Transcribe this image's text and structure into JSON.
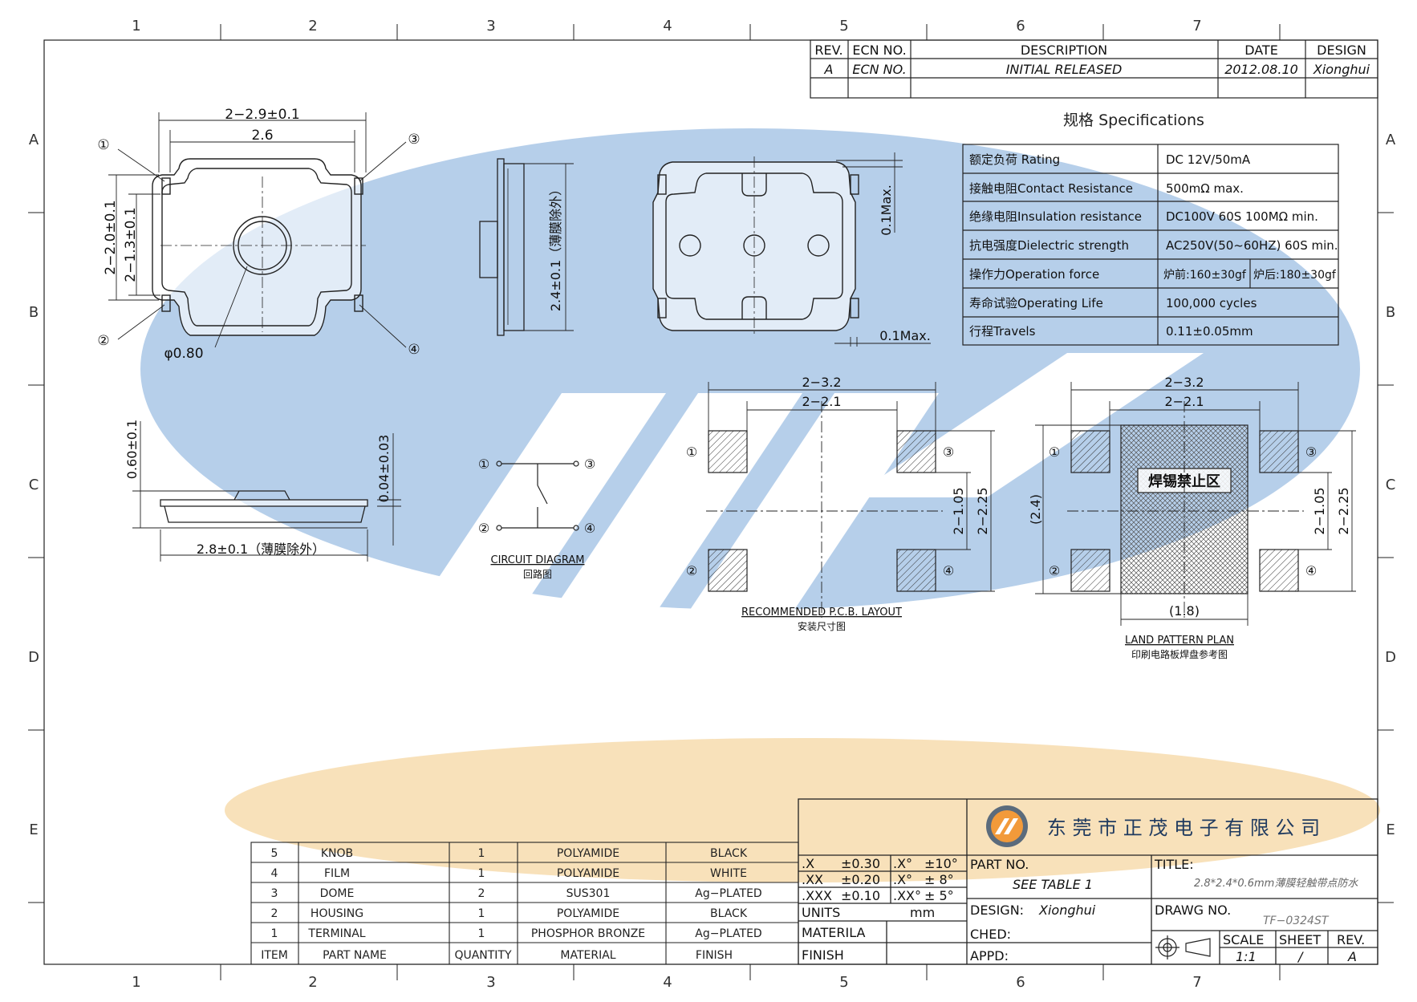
{
  "border": {
    "columns": [
      "1",
      "2",
      "3",
      "4",
      "5",
      "6",
      "7"
    ],
    "rows": [
      "A",
      "B",
      "C",
      "D",
      "E"
    ]
  },
  "revision": {
    "headers": {
      "rev": "REV.",
      "ecn": "ECN NO.",
      "description": "DESCRIPTION",
      "date": "DATE",
      "design": "DESIGN"
    },
    "row": {
      "rev": "A",
      "ecn": "ECN NO.",
      "description": "INITIAL RELEASED",
      "date": "2012.08.10",
      "design": "Xionghui"
    }
  },
  "specs": {
    "title": "规格 Specifications",
    "rows": [
      {
        "label": "额定负荷 Rating",
        "value": "DC 12V/50mA"
      },
      {
        "label": "接触电阻Contact Resistance",
        "value": "500mΩ max."
      },
      {
        "label": "绝缘电阻Insulation resistance",
        "value": "DC100V 60S 100MΩ min."
      },
      {
        "label": "抗电强度Dielectric strength",
        "value": "AC250V(50~60HZ) 60S min."
      },
      {
        "label": "操作力Operation force",
        "value": "炉前:160±30gf",
        "value2": "炉后:180±30gf"
      },
      {
        "label": "寿命试验Operating Life",
        "value": "100,000 cycles"
      },
      {
        "label": "行程Travels",
        "value": "0.11±0.05mm"
      }
    ]
  },
  "top_view": {
    "dim_outer": "2−2.9±0.1",
    "dim_inner": "2.6",
    "dim_h_outer": "2−2.0±0.1",
    "dim_h_inner": "2−1.3±0.1",
    "dim_hole": "φ0.80",
    "pins": [
      "①",
      "②",
      "③",
      "④"
    ]
  },
  "side_view": {
    "dim": "2.4±0.1（薄膜除外）"
  },
  "bottom_view": {
    "dim_top": "0.1Max.",
    "dim_right": "0.1Max."
  },
  "front_view": {
    "dim_h": "0.60±0.1",
    "dim_w": "2.8±0.1（薄膜除外）",
    "dim_film": "0.04±0.03"
  },
  "circuit": {
    "title": "CIRCUIT DIAGRAM",
    "subtitle": "回路图",
    "pins": [
      "①",
      "②",
      "③",
      "④"
    ]
  },
  "pcb_layout": {
    "title": "RECOMMENDED P.C.B. LAYOUT",
    "subtitle": "安装尺寸图",
    "dim_outer": "2−3.2",
    "dim_inner": "2−2.1",
    "dim_v_inner": "2−1.05",
    "dim_v_outer": "2−2.25",
    "pins": [
      "①",
      "②",
      "③",
      "④"
    ]
  },
  "land_pattern": {
    "title": "LAND PATTERN PLAN",
    "subtitle": "印刷电路板焊盘参考图",
    "dim_outer": "2−3.2",
    "dim_inner": "2−2.1",
    "dim_v_left": "(2.4)",
    "dim_bottom": "(1.8)",
    "dim_v_inner": "2−1.05",
    "dim_v_outer": "2−2.25",
    "keepout": "焊锡禁止区",
    "pins": [
      "①",
      "②",
      "③",
      "④"
    ]
  },
  "bom": {
    "headers": {
      "item": "ITEM",
      "name": "PART NAME",
      "qty": "QUANTITY",
      "material": "MATERIAL",
      "finish": "FINISH"
    },
    "rows": [
      {
        "item": "5",
        "name": "KNOB",
        "qty": "1",
        "material": "POLYAMIDE",
        "finish": "BLACK"
      },
      {
        "item": "4",
        "name": "FILM",
        "qty": "1",
        "material": "POLYAMIDE",
        "finish": "WHITE"
      },
      {
        "item": "3",
        "name": "DOME",
        "qty": "2",
        "material": "SUS301",
        "finish": "Ag−PLATED"
      },
      {
        "item": "2",
        "name": "HOUSING",
        "qty": "1",
        "material": "POLYAMIDE",
        "finish": "BLACK"
      },
      {
        "item": "1",
        "name": "TERMINAL",
        "qty": "1",
        "material": "PHOSPHOR BRONZE",
        "finish": "Ag−PLATED"
      }
    ]
  },
  "tolerances": [
    {
      "a": ".X",
      "b": "±0.30",
      "c": ".X°",
      "d": "±10°"
    },
    {
      "a": ".XX",
      "b": "±0.20",
      "c": ".X°",
      "d": "± 8°"
    },
    {
      "a": ".XXX",
      "b": "±0.10",
      "c": ".XX°",
      "d": "± 5°"
    }
  ],
  "title_block": {
    "company": "东 莞 市 正 茂 电 子 有 限 公 司",
    "units_label": "UNITS",
    "units_value": "mm",
    "material_label": "MATERILA",
    "finish_label": "FINISH",
    "part_no_label": "PART NO.",
    "part_no_value": "SEE TABLE 1",
    "title_label": "TITLE:",
    "title_value": "2.8*2.4*0.6mm薄膜轻触带点防水",
    "design_label": "DESIGN:",
    "design_value": "Xionghui",
    "drawg_label": "DRAWG NO.",
    "drawg_value": "TF−0324ST",
    "ched_label": "CHED:",
    "appd_label": "APPD:",
    "scale_label": "SCALE",
    "scale_value": "1:1",
    "sheet_label": "SHEET",
    "sheet_value": "/",
    "rev_label": "REV.",
    "rev_value": "A"
  },
  "colors": {
    "watermark_blue": "#a9c7e6",
    "watermark_orange": "#f7deb2",
    "line": "#222222"
  }
}
